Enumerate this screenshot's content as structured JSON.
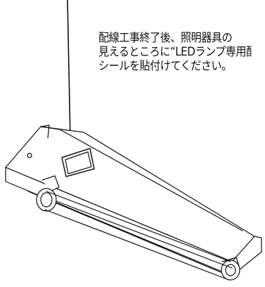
{
  "instruction": {
    "lines": [
      "配線工事終了後、照明器具の",
      "見えるところに“LEDランプ専用配",
      "シールを貼付けてください。"
    ]
  },
  "colors": {
    "stroke": "#111111",
    "background": "#ffffff"
  }
}
